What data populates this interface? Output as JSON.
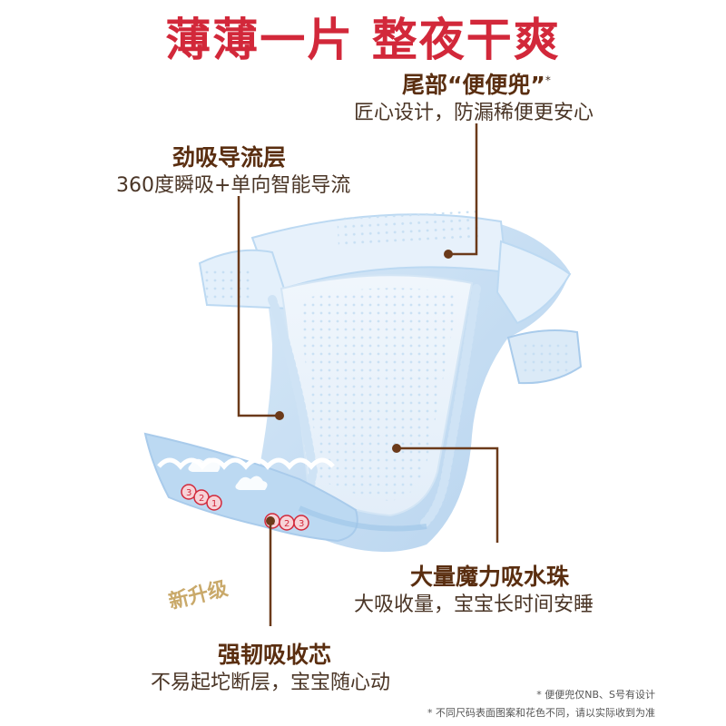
{
  "headline": "薄薄一片 整夜干爽",
  "features": {
    "tail": {
      "title": "尾部“便便兜”",
      "mark": "*",
      "desc": "匠心设计，防漏稀便更安心"
    },
    "guide_layer": {
      "title": "劲吸导流层",
      "desc": "360度瞬吸+单向智能导流"
    },
    "beads": {
      "title": "大量魔力吸水珠",
      "desc": "大吸收量，宝宝长时间安睡"
    },
    "core": {
      "title": "强韧吸收芯",
      "desc": "不易起坨断层，宝宝随心动"
    }
  },
  "badge": "新升级",
  "diaper_print": {
    "numbers": [
      "3",
      "2",
      "1",
      "1",
      "2",
      "3"
    ]
  },
  "footnotes": [
    "* 便便兜仅NB、S号有设计",
    "* 不同尺码表面图案和花色不同，请以实际收到为准"
  ],
  "colors": {
    "headline": "#d2283a",
    "title": "#5a2e10",
    "leader": "#6b3a1a",
    "badge": "#c9a96a",
    "diaper_blue": "#bcd9f2"
  }
}
